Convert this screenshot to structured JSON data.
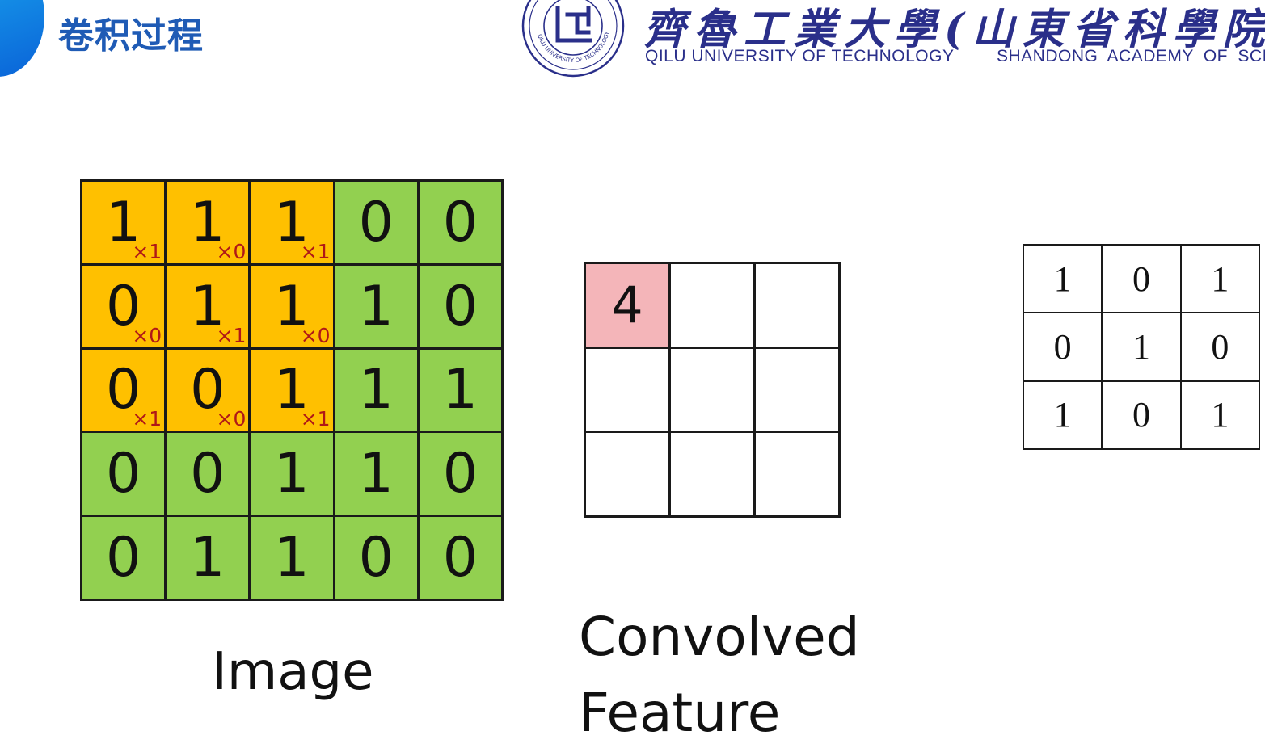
{
  "header": {
    "title": "卷积过程",
    "university_cn": "齊魯工業大學(山東省科學院",
    "university_en": "QILU UNIVERSITY OF TECHNOLOGY",
    "academy_en": "SHANDONG ACADEMY OF SCIEN",
    "logo_ring_text": "QILU UNIVERSITY OF TECHNOLOGY",
    "accent_color": "#1f5bb5",
    "brand_color": "#2a2f8a"
  },
  "image_grid": {
    "label": "Image",
    "rows": [
      [
        {
          "v": "1",
          "w": "×1",
          "hl": true
        },
        {
          "v": "1",
          "w": "×0",
          "hl": true
        },
        {
          "v": "1",
          "w": "×1",
          "hl": true
        },
        {
          "v": "0",
          "w": "",
          "hl": false
        },
        {
          "v": "0",
          "w": "",
          "hl": false
        }
      ],
      [
        {
          "v": "0",
          "w": "×0",
          "hl": true
        },
        {
          "v": "1",
          "w": "×1",
          "hl": true
        },
        {
          "v": "1",
          "w": "×0",
          "hl": true
        },
        {
          "v": "1",
          "w": "",
          "hl": false
        },
        {
          "v": "0",
          "w": "",
          "hl": false
        }
      ],
      [
        {
          "v": "0",
          "w": "×1",
          "hl": true
        },
        {
          "v": "0",
          "w": "×0",
          "hl": true
        },
        {
          "v": "1",
          "w": "×1",
          "hl": true
        },
        {
          "v": "1",
          "w": "",
          "hl": false
        },
        {
          "v": "1",
          "w": "",
          "hl": false
        }
      ],
      [
        {
          "v": "0",
          "w": "",
          "hl": false
        },
        {
          "v": "0",
          "w": "",
          "hl": false
        },
        {
          "v": "1",
          "w": "",
          "hl": false
        },
        {
          "v": "1",
          "w": "",
          "hl": false
        },
        {
          "v": "0",
          "w": "",
          "hl": false
        }
      ],
      [
        {
          "v": "0",
          "w": "",
          "hl": false
        },
        {
          "v": "1",
          "w": "",
          "hl": false
        },
        {
          "v": "1",
          "w": "",
          "hl": false
        },
        {
          "v": "0",
          "w": "",
          "hl": false
        },
        {
          "v": "0",
          "w": "",
          "hl": false
        }
      ]
    ],
    "highlight_color": "#ffc000",
    "base_color": "#92d050",
    "weight_color": "#b01818"
  },
  "feature_grid": {
    "label_line1": "Convolved",
    "label_line2": "Feature",
    "cells": [
      [
        "4",
        "",
        ""
      ],
      [
        "",
        "",
        ""
      ],
      [
        "",
        "",
        ""
      ]
    ],
    "filled_color": "#f4b5b9"
  },
  "kernel": {
    "rows": [
      [
        "1",
        "0",
        "1"
      ],
      [
        "0",
        "1",
        "0"
      ],
      [
        "1",
        "0",
        "1"
      ]
    ]
  }
}
